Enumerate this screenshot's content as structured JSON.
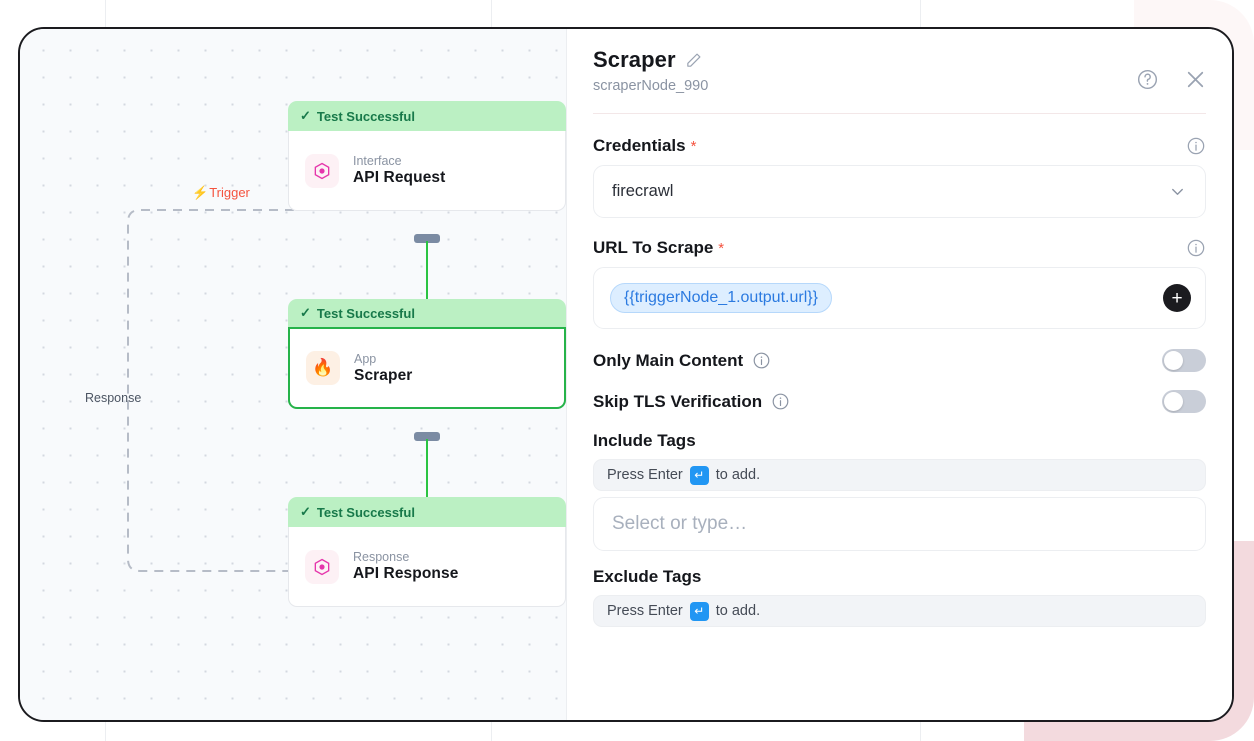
{
  "canvas": {
    "trigger_label": "Trigger",
    "response_label": "Response",
    "nodes": [
      {
        "status": "Test Successful",
        "kind": "Interface",
        "title": "API Request",
        "icon": "graphql-icon",
        "selected": false
      },
      {
        "status": "Test Successful",
        "kind": "App",
        "title": "Scraper",
        "icon": "flame-icon",
        "selected": true
      },
      {
        "status": "Test Successful",
        "kind": "Response",
        "title": "API Response",
        "icon": "graphql-icon",
        "selected": false
      }
    ]
  },
  "pane": {
    "title": "Scraper",
    "subtitle": "scraperNode_990",
    "edit_icon": "pencil-icon",
    "help_icon": "question-circle-icon",
    "close_icon": "close-icon",
    "fields": {
      "credentials": {
        "label": "Credentials",
        "required_marker": "*",
        "value": "firecrawl",
        "chevron": "chevron-down-icon",
        "info": "info-icon"
      },
      "url_to_scrape": {
        "label": "URL To Scrape",
        "required_marker": "*",
        "token": "{{triggerNode_1.output.url}}",
        "add_button": "+",
        "info": "info-icon"
      },
      "only_main_content": {
        "label": "Only Main Content",
        "info": "info-icon",
        "enabled": false
      },
      "skip_tls_verification": {
        "label": "Skip TLS Verification",
        "info": "info-icon",
        "enabled": false
      },
      "include_tags": {
        "label": "Include Tags",
        "hint_prefix": "Press Enter",
        "hint_suffix": "to add.",
        "enter_glyph": "↵",
        "placeholder": "Select or type…"
      },
      "exclude_tags": {
        "label": "Exclude Tags",
        "hint_prefix": "Press Enter",
        "hint_suffix": "to add.",
        "enter_glyph": "↵"
      }
    }
  },
  "colors": {
    "success_bg": "#bbf0c3",
    "success_text": "#18794a",
    "selected_border": "#26b34a",
    "edge": "#2bc442",
    "trigger": "#f4533f",
    "token_chip": "#2b7ae0",
    "panel_border": "#1b1b1f"
  }
}
